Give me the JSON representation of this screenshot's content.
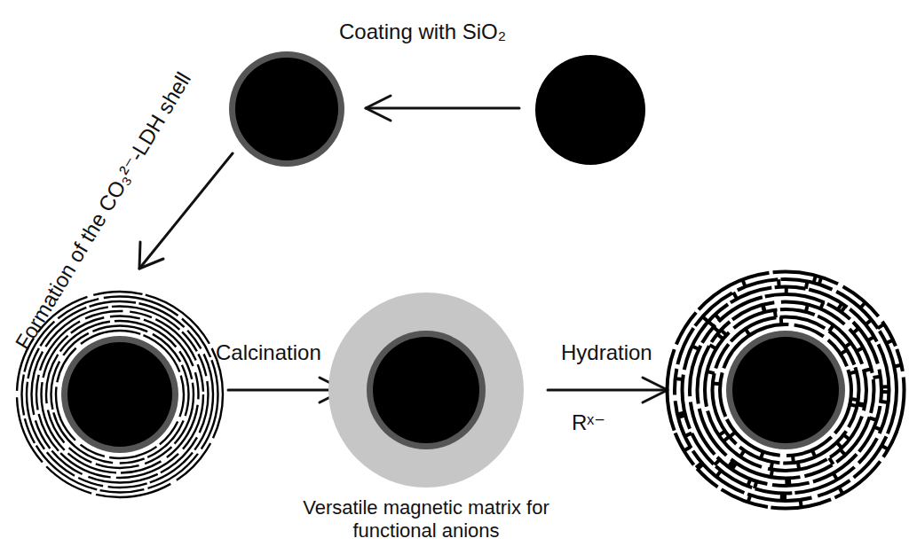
{
  "diagram": {
    "labels": [
      "Coating with SiO₂",
      "Formation of the CO₃²⁻-LDH shell",
      "Calcination",
      "Hydration",
      "Rˣ⁻",
      "Versatile magnetic matrix for functional anions"
    ]
  }
}
